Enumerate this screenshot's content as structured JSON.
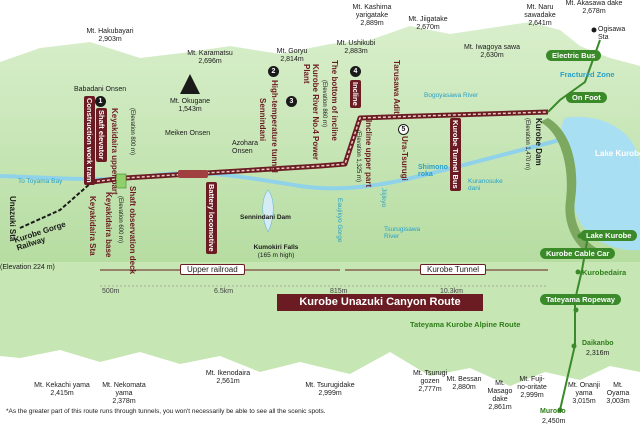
{
  "title": "Kurobe Unazuki Canyon Route",
  "alpine_route": "Tateyama Kurobe Alpine Route",
  "note": "*As the greater part of this route runs through tunnels, you won't necessarily be able to see all the scenic spots.",
  "peaks_top": [
    {
      "name": "Mt. Hakubayari",
      "elev": "2,903m"
    },
    {
      "name": "Mt. Karamatsu",
      "elev": "2,696m"
    },
    {
      "name": "Mt. Goryu",
      "elev": "2,814m"
    },
    {
      "name": "Mt. Kashima yarigatake",
      "elev": "2,889m"
    },
    {
      "name": "Mt. Ushikubi",
      "elev": "2,883m"
    },
    {
      "name": "Mt. Jiigatake",
      "elev": "2,670m"
    },
    {
      "name": "Mt. Iwagoya sawa",
      "elev": "2,630m"
    },
    {
      "name": "Mt. Naru sawadake",
      "elev": "2,641m"
    },
    {
      "name": "Mt. Akasawa dake",
      "elev": "2,678m"
    },
    {
      "name": "Mt. Okugane",
      "elev": "1,543m"
    }
  ],
  "peaks_bottom": [
    {
      "name": "Mt. Kekachi yama",
      "elev": "2,415m"
    },
    {
      "name": "Mt. Nekomata yama",
      "elev": "2,378m"
    },
    {
      "name": "Mt. Ikenodaira",
      "elev": "2,561m"
    },
    {
      "name": "Mt. Tsurugidake",
      "elev": "2,999m"
    },
    {
      "name": "Mt. Tsurugi gozen",
      "elev": "2,777m"
    },
    {
      "name": "Mt. Bessan",
      "elev": "2,880m"
    },
    {
      "name": "Mt. Masago dake",
      "elev": "2,861m"
    },
    {
      "name": "Mt. Fuji-no-oritate",
      "elev": "2,999m"
    },
    {
      "name": "Mt. Onanji yama",
      "elev": "3,015m"
    },
    {
      "name": "Mt. Oyama",
      "elev": "3,003m"
    }
  ],
  "places": {
    "babadani": "Babadani Onsen",
    "meiken": "Meiken Onsen",
    "azohara": "Azohara Onsen",
    "toyama_bay": "To Toyama Bay",
    "unazuki": "Unazuki Sta",
    "unazuki_elev": "(Elevation 224 m)",
    "railway": "Kurobe Gorge Railway",
    "keyakidaira_sta": "Keyakidaira Sta",
    "keyakidaira_base": "Keyakidaira base",
    "keyakidaira_base_elev": "(Elevation 600 m)",
    "shaft_obs": "Shaft observation deck",
    "battery": "Battery locomotive",
    "sennindani_dam": "Sennindani Dam",
    "kumokiri": "Kumokiri Falls",
    "kumokiri_h": "(165 m high)",
    "lake_kurobe": "Lake Kurobe",
    "ogisawa": "Ogisawa Sta",
    "kurobe_dam": "Kurobe Dam",
    "kurobe_dam_elev": "(Elevation 1,470 m)",
    "fractured": "Fractured Zone",
    "murodo": "Murodo",
    "murodo_elev": "2,450m",
    "daikanbo": "Daikanbo",
    "daikanbo_elev": "2,316m",
    "kurobedaira": "Kurobedaira",
    "shimono": "Shimono roka",
    "kuranosuke": "Kuranosuke dani",
    "tsurugisawa": "Tsurugisawa River",
    "bogoyasawa": "Bogoyasawa River",
    "eaujikyo": "Eaujikyo Gorge",
    "jiijikyo": "Jiijikyo"
  },
  "stops": [
    {
      "n": "1",
      "main": "Shaft elevator",
      "sub": "Keyakidaira upper part",
      "sub_elev": "(Elevation 800 m)"
    },
    {
      "n": "2",
      "main": "High-temperature tunnel",
      "sub": "Sennindani"
    },
    {
      "n": "3",
      "main": "Kurobe River No.4 Power Plant",
      "sub": "The bottom of incline",
      "sub_elev": "(Elevation 860 m)"
    },
    {
      "n": "4",
      "main": "Incline",
      "sub": "Incline upper part",
      "sub_elev": "(Elevation 1,325 m)"
    },
    {
      "n": "5",
      "main": "Ura-Tsurugi",
      "sub": "Tarusawa Adit"
    }
  ],
  "construction": "Construction work tram",
  "tunnel_bus": "Kurobe Tunnel Bus",
  "transport": {
    "electric_bus": "Electric Bus",
    "on_foot": "On Foot",
    "lake_kurobe": "Lake Kurobe",
    "cable_car": "Kurobe Cable Car",
    "kurobedaira": "Kurobedaira",
    "ropeway": "Tateyama Ropeway"
  },
  "sections": {
    "upper_railroad": "Upper railroad",
    "kurobe_tunnel": "Kurobe Tunnel"
  },
  "distances": {
    "d1": "500m",
    "d2": "6.5km",
    "d3": "815m",
    "d4": "10.3km"
  },
  "colors": {
    "mountain": "#b9dfa7",
    "mountain_dark": "#8fc97a",
    "route": "#6b1c22",
    "water": "#a9dff2",
    "accent": "#3a8a2a"
  }
}
